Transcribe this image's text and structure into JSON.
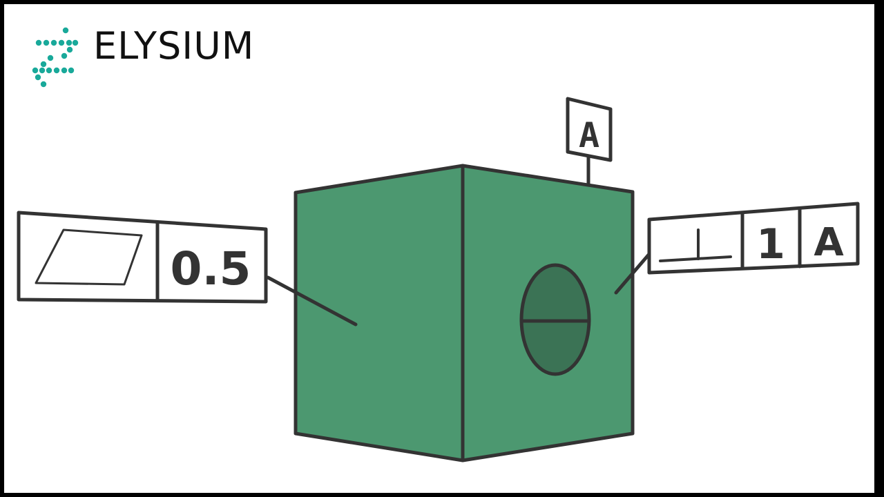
{
  "brand": {
    "name": "ELYSIUM",
    "accent_color": "#19A99A"
  },
  "datum_feature": {
    "letter": "A"
  },
  "flatness_frame": {
    "symbol": "flatness-icon",
    "tolerance": "0.5"
  },
  "perpendicularity_frame": {
    "symbol": "perpendicularity-icon",
    "tolerance": "1",
    "datum": "A"
  },
  "colors": {
    "cube_face": "#4C9870",
    "hole": "#3B7355",
    "outline": "#333333"
  }
}
